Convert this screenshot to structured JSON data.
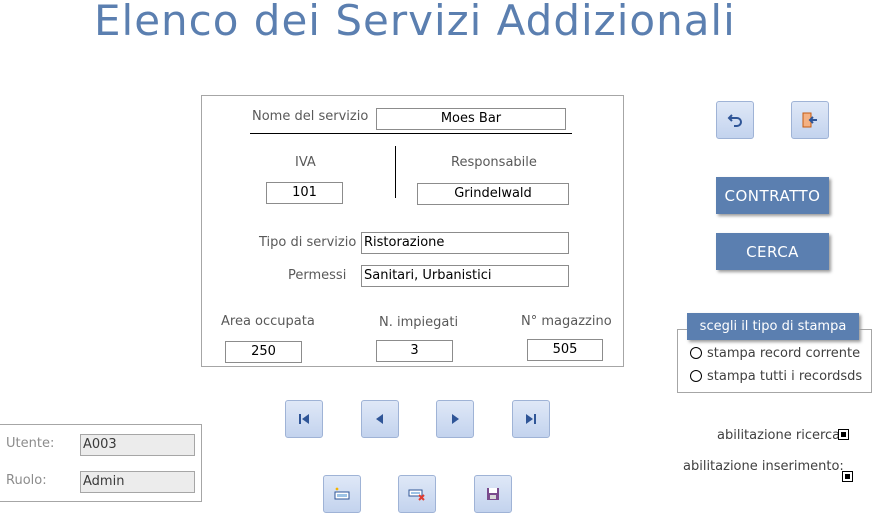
{
  "title": "Elenco dei Servizi Addizionali",
  "form": {
    "nome_label": "Nome del servizio",
    "nome_value": "Moes Bar",
    "iva_label": "IVA",
    "iva_value": "101",
    "responsabile_label": "Responsabile",
    "responsabile_value": "Grindelwald",
    "tipo_label": "Tipo di servizio",
    "tipo_value": "Ristorazione",
    "permessi_label": "Permessi",
    "permessi_value": "Sanitari, Urbanistici",
    "area_label": "Area occupata",
    "area_value": "250",
    "impiegati_label": "N. impiegati",
    "impiegati_value": "3",
    "magazzino_label": "N° magazzino",
    "magazzino_value": "505"
  },
  "actions": {
    "contratto_label": "CONTRATTO",
    "cerca_label": "CERCA"
  },
  "print": {
    "header": "scegli il tipo di stampa",
    "options": [
      "stampa record corrente",
      "stampa tutti i recordsds"
    ]
  },
  "toggles": {
    "ricerca_label": "abilitazione ricerca:",
    "inserimento_label": "abilitazione inserimento:"
  },
  "user": {
    "utente_label": "Utente:",
    "utente_value": "A003",
    "ruolo_label": "Ruolo:",
    "ruolo_value": "Admin"
  },
  "icons": {
    "undo": "undo-icon",
    "exit": "exit-icon",
    "first": "first-record-icon",
    "prev": "previous-record-icon",
    "next": "next-record-icon",
    "last": "last-record-icon",
    "new": "new-record-icon",
    "delete": "delete-record-icon",
    "save": "save-record-icon"
  },
  "colors": {
    "accent": "#5b7fb0",
    "icon_blue": "#2f5597"
  }
}
